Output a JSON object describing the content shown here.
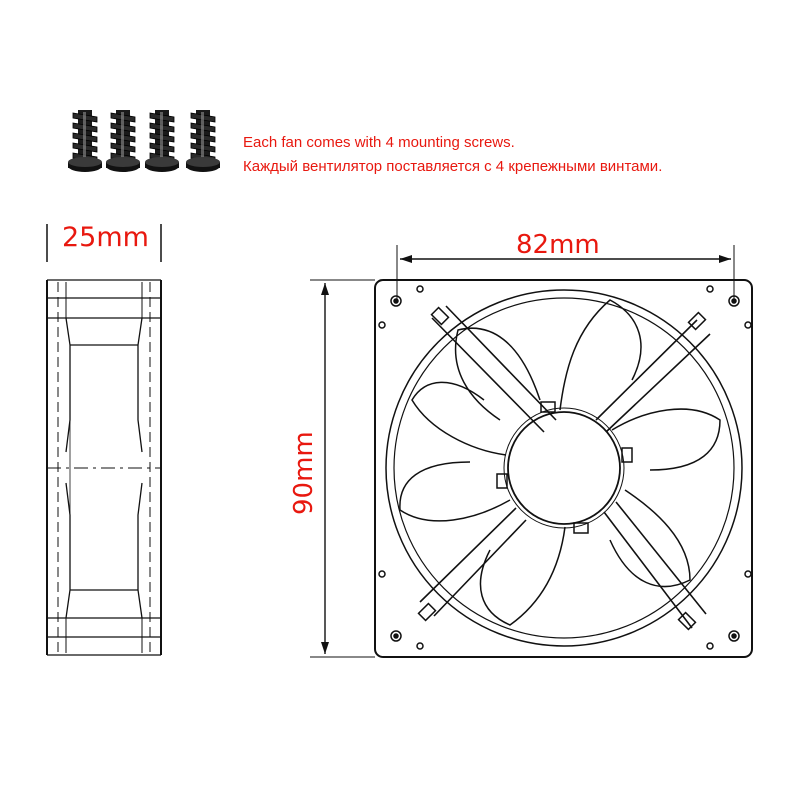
{
  "captions": {
    "english": "Each fan comes with 4 mounting screws.",
    "russian": "Каждый вентилятор поставляется с 4 крепежными винтами."
  },
  "dimensions": {
    "depth": "25mm",
    "width": "82mm",
    "height": "90mm"
  },
  "screws": {
    "count": 4,
    "icon": "screw-icon"
  },
  "colors": {
    "annotation": "#e8180f",
    "line": "#111111"
  }
}
